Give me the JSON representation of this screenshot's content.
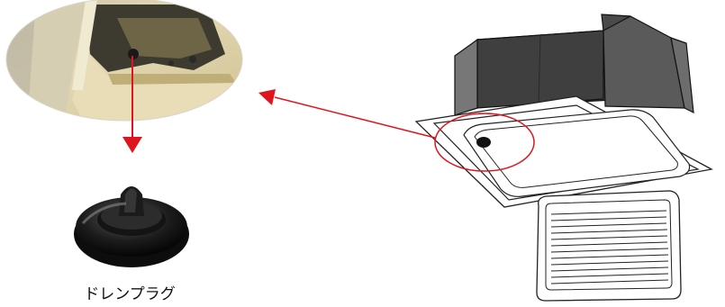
{
  "caption": {
    "drain_plug_label": "ドレンプラグ"
  },
  "colors": {
    "arrow": "#e0141c",
    "highlight_circle": "#e0141c",
    "unit_body": "#4a4a4a",
    "unit_body_side": "#7a7a7a",
    "panel": "#ffffff",
    "outline": "#222222",
    "plug": "#1a1a1a",
    "photo_base": "#d8c9a3"
  },
  "icons": {
    "drain_plug": "rubber-drain-plug",
    "photo": "closeup-drain-port-photo",
    "unit": "ceiling-cassette-air-conditioner"
  }
}
